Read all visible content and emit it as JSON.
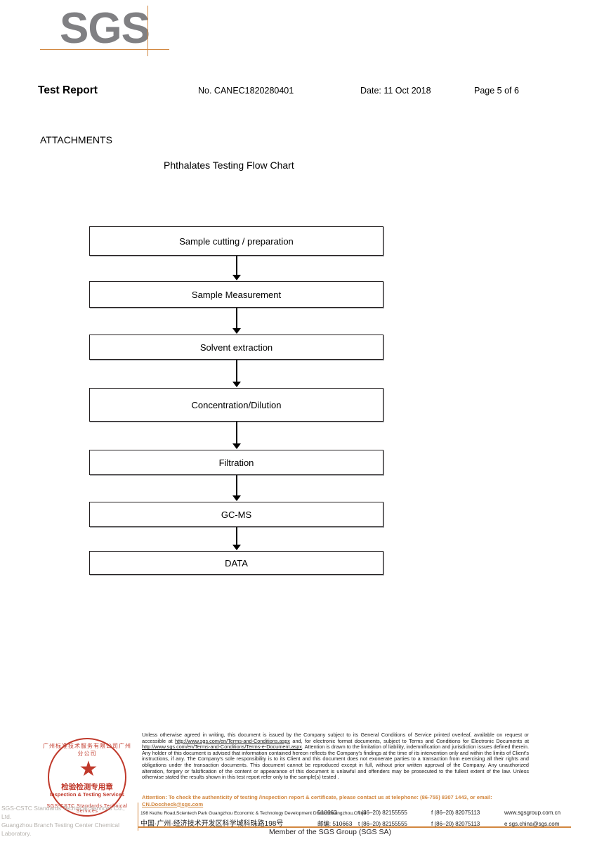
{
  "brand": {
    "logo_text": "SGS",
    "logo_color": "#808083",
    "rule_color": "#d2873f"
  },
  "header": {
    "title": "Test Report",
    "report_no": "No. CANEC1820280401",
    "date": "Date: 11 Oct 2018",
    "page": "Page 5 of 6"
  },
  "body": {
    "attachments_label": "ATTACHMENTS",
    "flow_title": "Phthalates Testing Flow Chart"
  },
  "flowchart": {
    "type": "flow-diagram",
    "steps": [
      {
        "label": "Sample cutting / preparation",
        "height": 42
      },
      {
        "label": "Sample Measurement",
        "height": 38
      },
      {
        "label": "Solvent extraction",
        "height": 36
      },
      {
        "label": "Concentration/Dilution",
        "height": 48
      },
      {
        "label": "Filtration",
        "height": 36
      },
      {
        "label": "GC-MS",
        "height": 36
      },
      {
        "label": "DATA",
        "height": 34
      }
    ],
    "connector_gaps": [
      36,
      38,
      40,
      40,
      38,
      34
    ]
  },
  "seal": {
    "arc_top": "广州标准技术服务有限公司广州分公司",
    "star_glyph": "★",
    "cn_text": "检验检测专用章",
    "en_text": "Inspection & Testing Services",
    "arc_bottom": "SGS-CSTC Standards Technical Services",
    "color": "#c0392b"
  },
  "lab": {
    "line1": "SGS-CSTC Standards Technical Services Co., Ltd.",
    "line2": "Guangzhou Branch Testing Center Chemical Laboratory."
  },
  "footer": {
    "disclaimer": "Unless otherwise agreed in writing, this document is issued by the Company subject to its General Conditions of Service printed overleaf, available on request or accessible at http://www.sgs.com/en/Terms-and-Conditions.aspx and, for electronic format documents, subject to Terms and Conditions for Electronic Documents at http://www.sgs.com/en/Terms-and-Conditions/Terms-e-Document.aspx. Attention is drawn to the limitation of liability, indemnification and jurisdiction issues defined therein. Any holder of this document is advised that information contained hereon reflects the Company's findings at the time of its intervention only and within the limits of Client's instructions, if any. The Company's sole responsibility is to its Client and this document does not exonerate parties to a transaction from exercising all their rights and obligations under the transaction documents. This document cannot be reproduced except in full, without prior written approval of the Company. Any unauthorized alteration, forgery or falsification of the content or appearance of this document is unlawful and offenders may be prosecuted to the fullest extent of the law. Unless otherwise stated the results shown in this test report refer only to the sample(s) tested .",
    "disclaimer_link_1": "http://www.sgs.com/en/Terms-and-Conditions.aspx",
    "disclaimer_link_2": "http://www.sgs.com/en/Terms-and-Conditions/Terms-e-Document.aspx",
    "attention": "Attention: To check the authenticity of testing /inspection report & certificate, please contact us at telephone: (86-755) 8307 1443, or email: CN.Doccheck@sgs.com",
    "attention_email": "CN.Doccheck@sgs.com",
    "attention_color": "#d2873f",
    "address_en": "198 Kezhu Road,Scientech Park Guangzhou Economic & Technology Development District,Guangzhou,China",
    "zip_en": "510663",
    "tel_en": "t (86–20) 82155555",
    "fax_en": "f (86–20) 82075113",
    "web_en": "www.sgsgroup.com.cn",
    "address_cn": "中国·广州·经济技术开发区科学城科珠路198号",
    "zip_cn": "邮编: 510663",
    "tel_cn": "t (86–20) 82155555",
    "fax_cn": "f (86–20) 82075113",
    "web_cn": "e sgs.china@sgs.com",
    "member": "Member of the SGS Group (SGS SA)"
  }
}
